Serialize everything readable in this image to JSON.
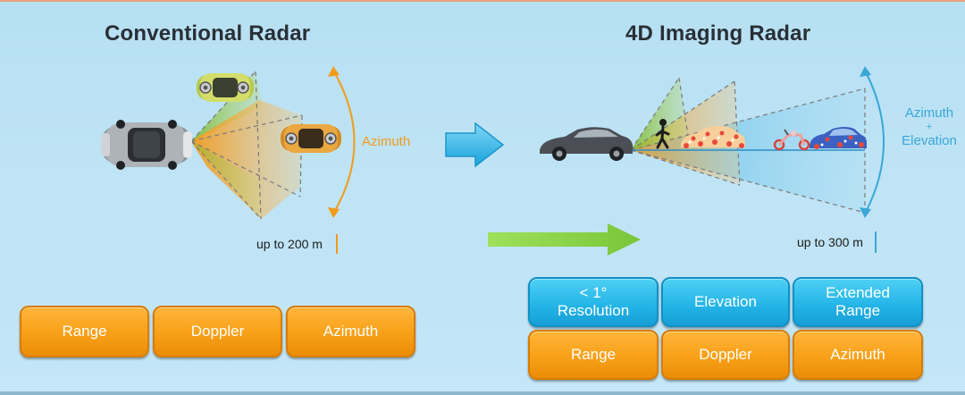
{
  "conventional": {
    "title": "Conventional Radar",
    "azimuth_label": "Azimuth",
    "range_label": "up to 200 m",
    "features": [
      "Range",
      "Doppler",
      "Azimuth"
    ]
  },
  "imaging": {
    "title": "4D Imaging Radar",
    "azimuth_label": "Azimuth",
    "plus_label": "+",
    "elevation_label": "Elevation",
    "range_label": "up to 300 m",
    "features_top": [
      "< 1° Resolution",
      "Elevation",
      "Extended Range"
    ],
    "features_bottom": [
      "Range",
      "Doppler",
      "Azimuth"
    ]
  },
  "colors": {
    "orange": "#f8a018",
    "blue": "#25b6e8",
    "green_arrow": "#8dd44a",
    "azimuth_text": "#f29a20",
    "azel_text": "#3aa7d6"
  },
  "icons": [
    "car-icon",
    "pedestrian-icon",
    "scooter-icon",
    "right-arrow-icon"
  ]
}
